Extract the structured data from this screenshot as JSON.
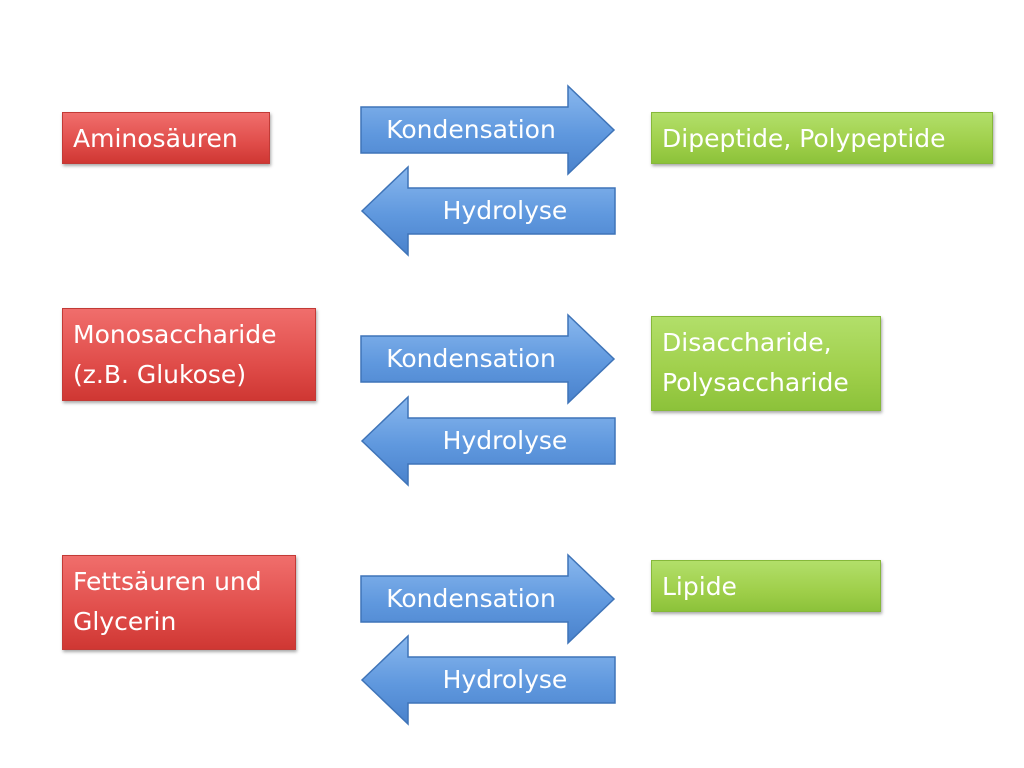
{
  "colors": {
    "source_box": "#e04d4a",
    "product_box": "#9fcf4a",
    "arrow": "#5b95db"
  },
  "rows": [
    {
      "source": [
        "Aminosäuren"
      ],
      "forward": "Kondensation",
      "backward": "Hydrolyse",
      "product": [
        "Dipeptide, Polypeptide"
      ]
    },
    {
      "source": [
        "Monosaccharide",
        "(z.B. Glukose)"
      ],
      "forward": "Kondensation",
      "backward": "Hydrolyse",
      "product": [
        "Disaccharide,",
        "Polysaccharide"
      ]
    },
    {
      "source": [
        "Fettsäuren und",
        "Glycerin"
      ],
      "forward": "Kondensation",
      "backward": "Hydrolyse",
      "product": [
        "Lipide"
      ]
    }
  ]
}
